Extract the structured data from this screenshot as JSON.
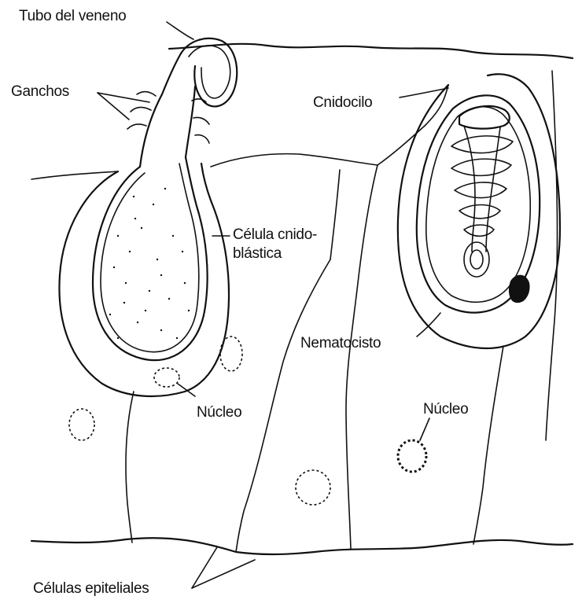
{
  "labels": {
    "tubo": "Tubo del veneno",
    "ganchos": "Ganchos",
    "cnidocilo": "Cnidocilo",
    "celula_line1": "Célula cnido-",
    "celula_line2": "blástica",
    "nematocisto": "Nematocisto",
    "nucleo_left": "Núcleo",
    "nucleo_right": "Núcleo",
    "epiteliales": "Células epiteliales"
  },
  "style": {
    "ink_color": "#111111",
    "background": "#ffffff"
  }
}
